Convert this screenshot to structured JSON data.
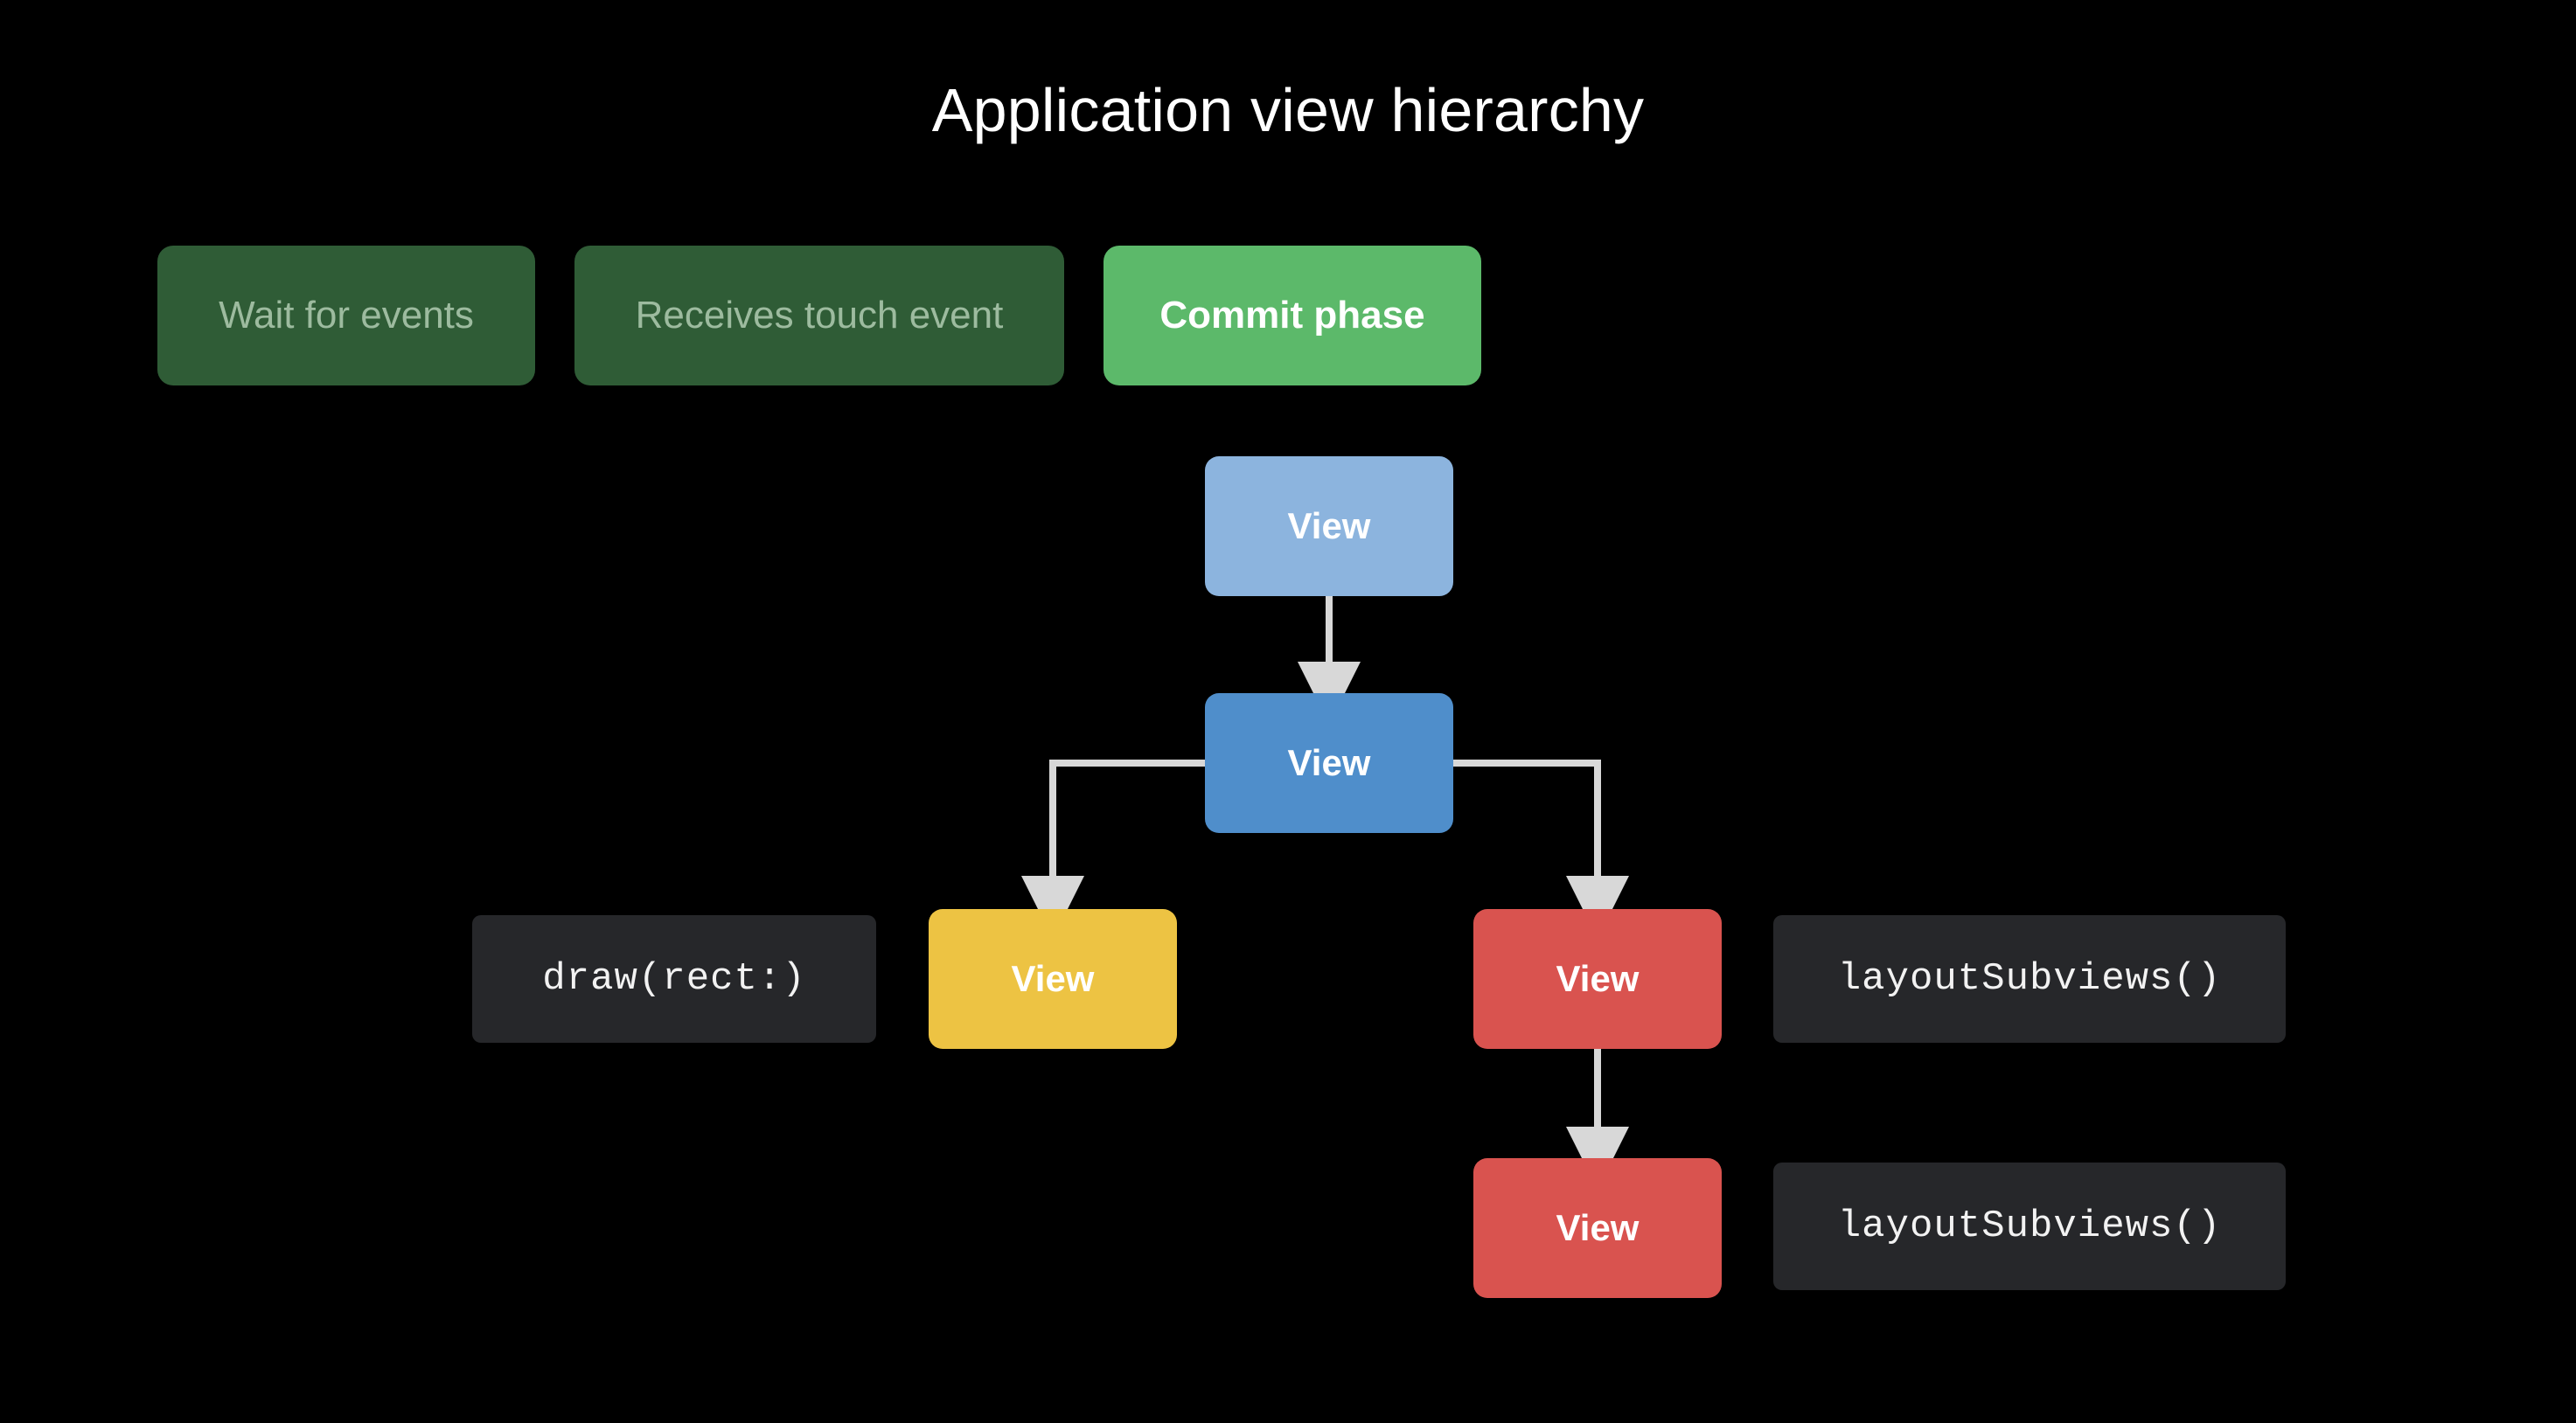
{
  "slide": {
    "title": "Application view hierarchy",
    "background_color": "#000000",
    "title_color": "#ffffff"
  },
  "phases": {
    "items": [
      {
        "label": "Wait for events",
        "state": "inactive",
        "bg": "#2f5c36",
        "fg": "#9dbb9f"
      },
      {
        "label": "Receives touch event",
        "state": "inactive",
        "bg": "#2f5c36",
        "fg": "#9dbb9f"
      },
      {
        "label": "Commit phase",
        "state": "active",
        "bg": "#5cb96a",
        "fg": "#ffffff"
      }
    ]
  },
  "tree": {
    "nodes": [
      {
        "id": "root",
        "label": "View",
        "color": "#8cb4de",
        "depth": 0
      },
      {
        "id": "second",
        "label": "View",
        "color": "#4f8ecb",
        "depth": 1
      },
      {
        "id": "yellow",
        "label": "View",
        "color": "#edc343",
        "depth": 2
      },
      {
        "id": "red1",
        "label": "View",
        "color": "#d9534f",
        "depth": 2
      },
      {
        "id": "red2",
        "label": "View",
        "color": "#d9534f",
        "depth": 3
      }
    ],
    "edges": [
      {
        "from": "root",
        "to": "second"
      },
      {
        "from": "second",
        "to": "yellow"
      },
      {
        "from": "second",
        "to": "red1"
      },
      {
        "from": "red1",
        "to": "red2"
      }
    ],
    "connector_color": "#d8d8d8"
  },
  "annotations": {
    "draw_label": "draw(rect:)",
    "layout_label_top": "layoutSubviews()",
    "layout_label_bottom": "layoutSubviews()",
    "box_color": "#26272a",
    "text_color": "#f2f2f2"
  }
}
